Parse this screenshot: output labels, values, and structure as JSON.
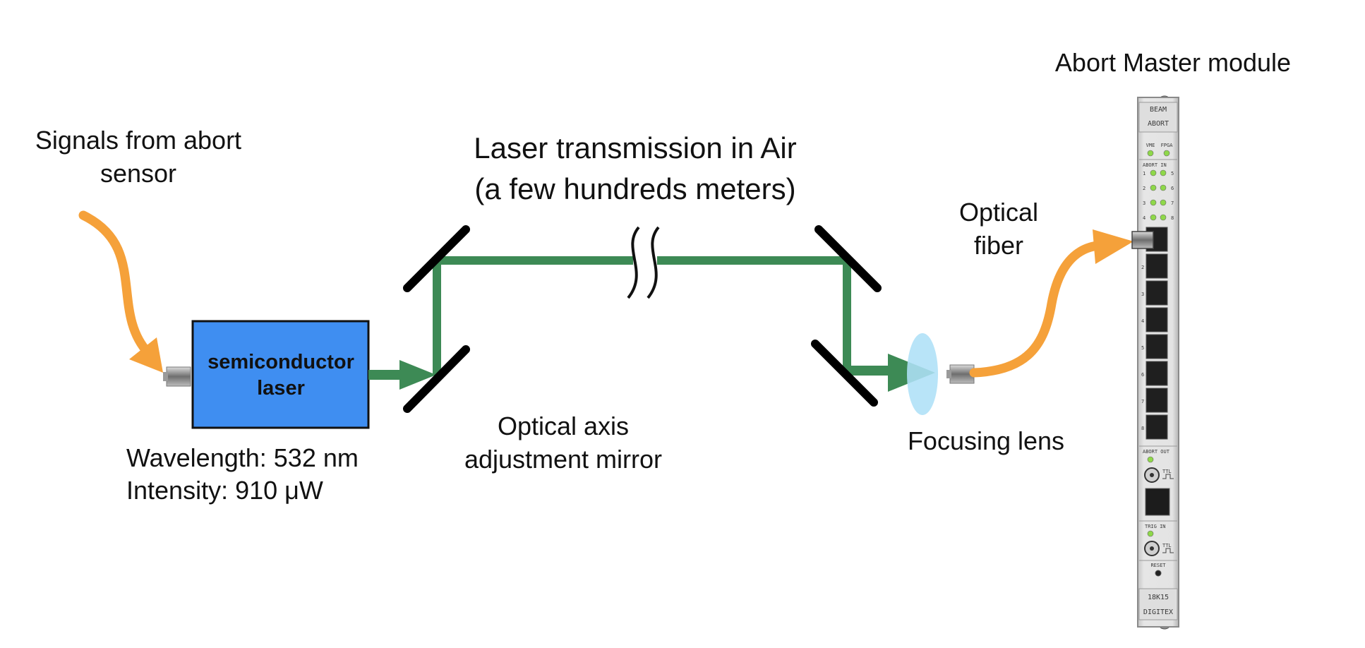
{
  "labels": {
    "signals_line1": "Signals from abort",
    "signals_line2": "sensor",
    "laser_line1": "semiconductor",
    "laser_line2": "laser",
    "wavelength": "Wavelength: 532 nm",
    "intensity": "Intensity: 910 μW",
    "transmission_line1": "Laser transmission in Air",
    "transmission_line2": "(a few hundreds meters)",
    "mirror_line1": "Optical axis",
    "mirror_line2": "adjustment mirror",
    "fiber_line1": "Optical",
    "fiber_line2": "fiber",
    "lens": "Focusing lens",
    "module_title": "Abort Master module"
  },
  "module": {
    "top_line1": "BEAM",
    "top_line2": "ABORT",
    "vme": "VME",
    "fpga": "FPGA",
    "abort_in": "ABORT IN",
    "in_left": [
      "1",
      "2",
      "3",
      "4"
    ],
    "in_right": [
      "5",
      "6",
      "7",
      "8"
    ],
    "port_numbers": [
      "2",
      "3",
      "4",
      "5",
      "6",
      "7",
      "8"
    ],
    "abort_out": "ABORT OUT",
    "ttl": "TTL",
    "trig_in": "TRIG IN",
    "reset": "RESET",
    "model": "18K15",
    "maker": "DIGITEX"
  },
  "colors": {
    "beam": "#3d8a55",
    "signal": "#f5a13a",
    "laser_box": "#3f8ef1",
    "lens": "#aee0f7",
    "mirror": "#000000",
    "led": "#8fd84a"
  }
}
